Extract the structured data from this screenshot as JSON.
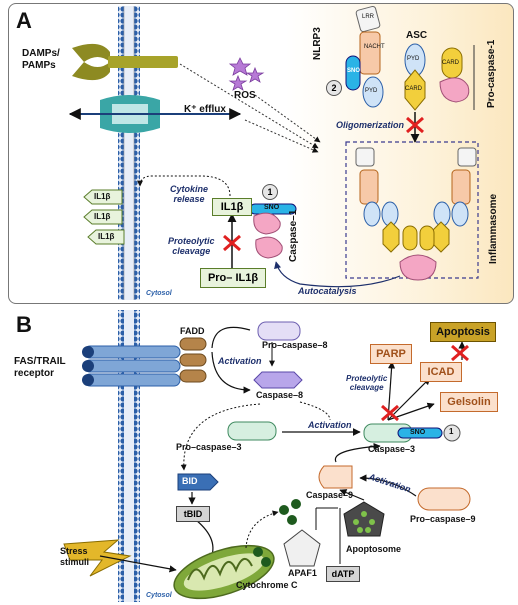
{
  "panel_a": {
    "label": "A",
    "damps_label": "DAMPs/\nPAMPs",
    "k_efflux": "K⁺ efflux",
    "ros": "ROS",
    "nlrp3": "NLRP3",
    "asc": "ASC",
    "pro_caspase1": "Pro-caspase-1",
    "lrr": "LRR",
    "nacht": "NACHT",
    "pyd": "PYD",
    "card": "CARD",
    "sno": "SNO",
    "oligomerization": "Oligomerization",
    "inflammasome": "Inflammasome",
    "circle_2": "2",
    "circle_1": "1",
    "il1b": "IL1β",
    "pro_il1b": "Pro– IL1β",
    "cytokine_release": "Cytokine\nrelease",
    "proteolytic_cleavage": "Proteolytic\ncleavage",
    "caspase1": "Caspase–1",
    "autocatalysis": "Autocatalysis",
    "cytosol": "Cytosol",
    "released_il1b": [
      "IL1β",
      "IL1β",
      "IL1β"
    ]
  },
  "panel_b": {
    "label": "B",
    "fas_receptor": "FAS/TRAIL\nreceptor",
    "fadd": "FADD",
    "pro_caspase8": "Pro–caspase–8",
    "activation": "Activation",
    "caspase8": "Caspase–8",
    "pro_caspase3": "Pro–caspase–3",
    "caspase3": "Caspase–3",
    "sno": "SNO",
    "circle_1": "1",
    "apoptosis": "Apoptosis",
    "parp": "PARP",
    "icad": "ICAD",
    "gelsolin": "Gelsolin",
    "proteolytic_cleavage": "Proteolytic\ncleavage",
    "bid": "BID",
    "tbid": "tBID",
    "caspase9": "Caspase–9",
    "pro_caspase9": "Pro–caspase–9",
    "apoptosome": "Apoptosome",
    "apaf1": "APAF1",
    "datp": "dATP",
    "cytochrome_c": "Cytochrome C",
    "stress_stimuli": "Stress\nstimuli",
    "cytosol": "Cytosol"
  },
  "colors": {
    "membrane_blue": "#2b5fa8",
    "membrane_dark": "#1b3f7a",
    "green_box": "#e8f3dc",
    "orange_box": "#fbe0cc",
    "apoptosis_gold": "#c9a227",
    "inhibit_red": "#e02020",
    "pro_caspase_pink": "#f4a6c4",
    "sno_blue": "#2ab3e6",
    "mito_green": "#7fa83a",
    "inflammasome_border": "#3b3b8f"
  }
}
